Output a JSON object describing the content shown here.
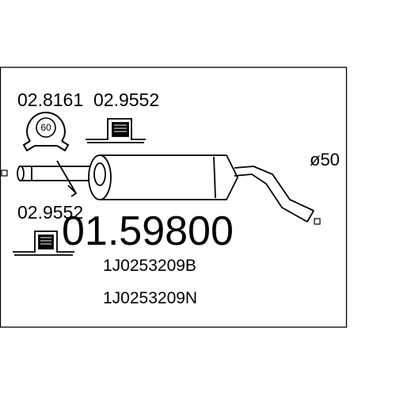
{
  "part_number": "01.59800",
  "oem_numbers": [
    "1J0253209B",
    "1J0253209N"
  ],
  "pipe_diameter": "ø50",
  "accessories": [
    {
      "code": "02.8161",
      "type": "clamp",
      "marking": "60"
    },
    {
      "code": "02.9552",
      "type": "rubber-mount"
    },
    {
      "code": "02.9552",
      "type": "rubber-mount"
    }
  ],
  "colors": {
    "line": "#000000",
    "background": "#ffffff"
  }
}
